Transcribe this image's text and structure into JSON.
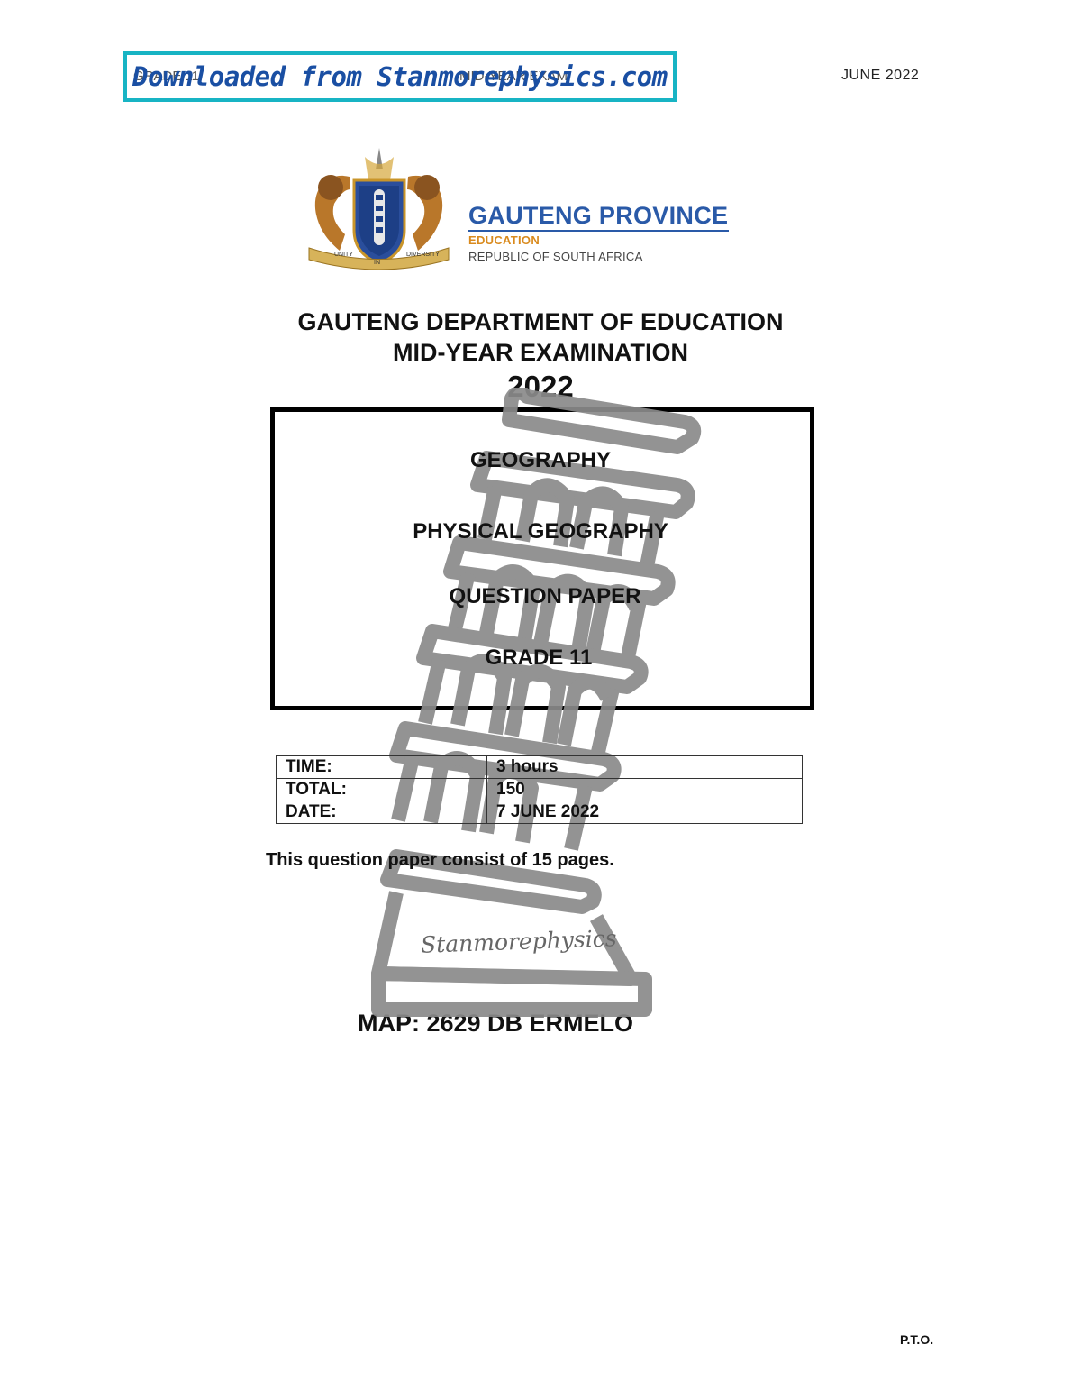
{
  "header": {
    "left": "GRADE 11",
    "middle": "MID-YEAR EXAM",
    "right": "JUNE 2022",
    "download_banner": "Downloaded from Stanmorephysics.com"
  },
  "logo": {
    "province": "GAUTENG PROVINCE",
    "department": "EDUCATION",
    "country": "REPUBLIC OF SOUTH AFRICA",
    "crest_mottos": [
      "UNITY",
      "IN",
      "DIVERSITY"
    ],
    "colors": {
      "province_blue": "#2a5aa8",
      "education_orange": "#d98a1d"
    }
  },
  "titles": {
    "line1": "GAUTENG DEPARTMENT OF EDUCATION",
    "line2": "MID-YEAR EXAMINATION",
    "year": "2022"
  },
  "subject_box": {
    "subject": "GEOGRAPHY",
    "paper": "PHYSICAL GEOGRAPHY",
    "type": "QUESTION PAPER",
    "grade": "GRADE 11"
  },
  "info_table": [
    {
      "label": "TIME:",
      "value": "3 hours"
    },
    {
      "label": "TOTAL:",
      "value": "150"
    },
    {
      "label": "DATE:",
      "value": "7 JUNE 2022"
    }
  ],
  "pages_note": "This question paper consist of  15 pages.",
  "map": "MAP: 2629 DB ERMELO",
  "watermark": {
    "text": "Stanmorephysics",
    "icon": "leaning-tower-icon"
  },
  "footer": {
    "pto": "P.T.O."
  }
}
